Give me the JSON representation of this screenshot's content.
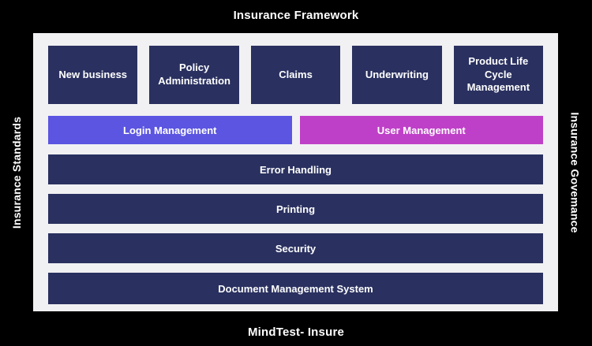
{
  "header": {
    "title": "Insurance Framework"
  },
  "footer": {
    "label": "MindTest- Insure"
  },
  "sides": {
    "left": "Insurance Standards",
    "right": "Insurance Govemance"
  },
  "colors": {
    "background": "#000000",
    "panel": "#f1f1f3",
    "navy": "#2a3160",
    "purple": "#5b55e1",
    "magenta": "#bf40c8",
    "box_text": "#ffffff"
  },
  "framework": {
    "modules": [
      "New business",
      "Policy Administration",
      "Claims",
      "Underwriting",
      "Product Life Cycle Management"
    ],
    "management": {
      "login": "Login Management",
      "user": "User Management"
    },
    "layers": [
      "Error Handling",
      "Printing",
      "Security",
      "Document Management System"
    ]
  }
}
